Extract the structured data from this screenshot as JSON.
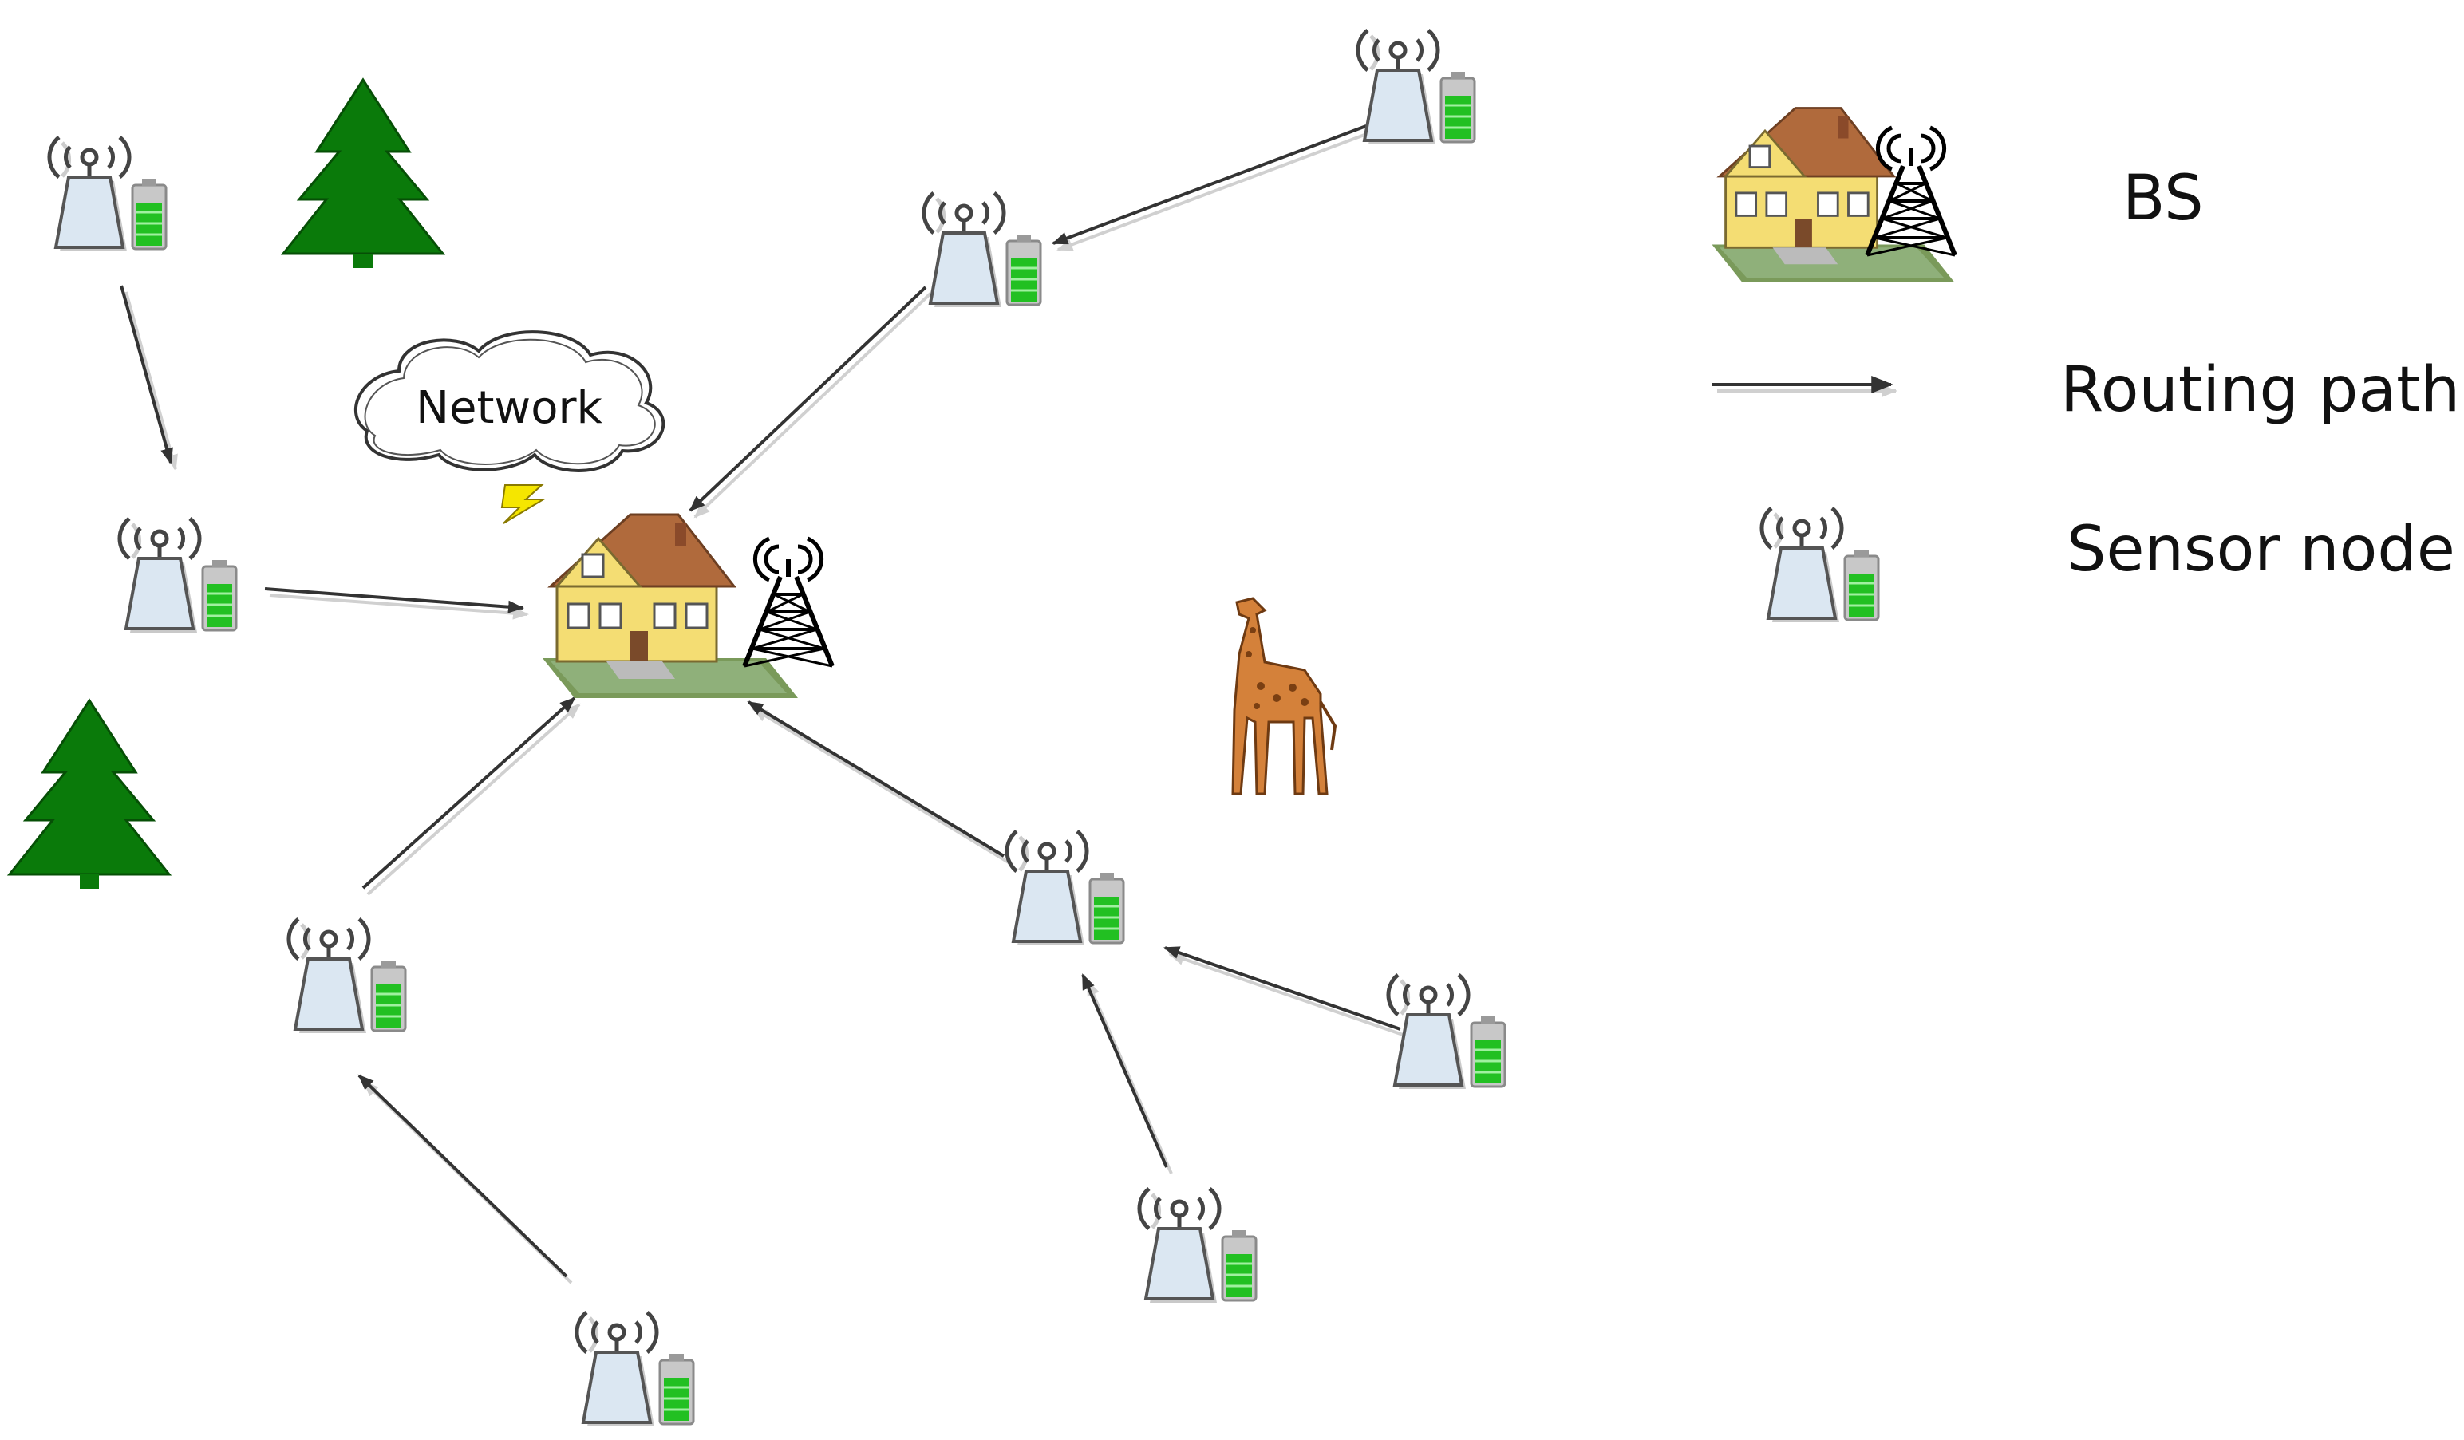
{
  "cloud": {
    "label": "Network"
  },
  "legend": {
    "bs_label": "BS",
    "routing_label": "Routing path",
    "sensor_label": "Sensor node"
  },
  "colors": {
    "arrow": "#333333",
    "arrow_shadow": "#cccccc",
    "tower_fill": "#dbe7f2",
    "battery_green": "#22c022",
    "tree_green": "#0a7a0a",
    "house_wall": "#f4dd73",
    "house_roof": "#b06a3c",
    "giraffe": "#d4813a"
  },
  "icons": [
    "sensor-node-icon",
    "base-station-icon",
    "tree-icon",
    "giraffe-icon",
    "lightning-icon",
    "cloud-icon",
    "arrow"
  ]
}
